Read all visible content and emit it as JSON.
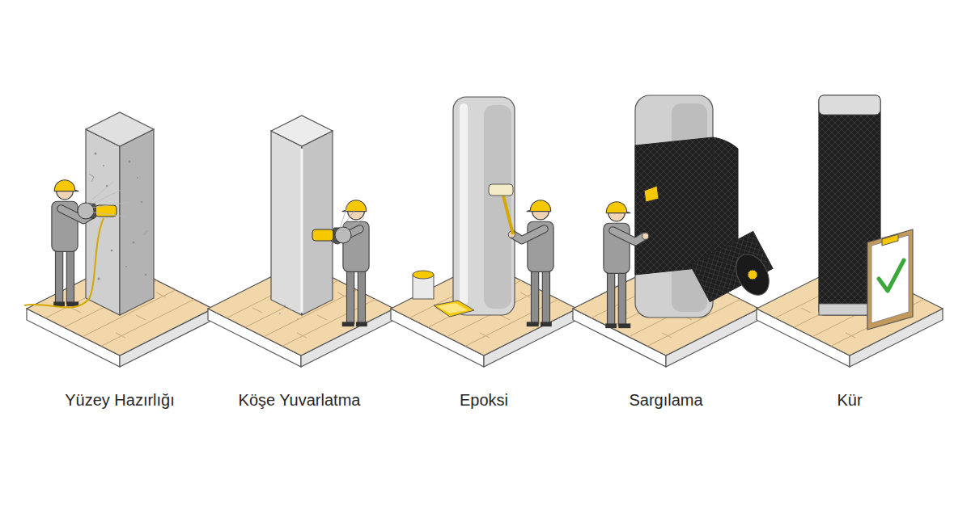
{
  "diagram": {
    "labels": [
      "Yüzey Hazırlığı",
      "Köşe Yuvarlatma",
      "Epoksi",
      "Sargılama",
      "Kür"
    ]
  }
}
